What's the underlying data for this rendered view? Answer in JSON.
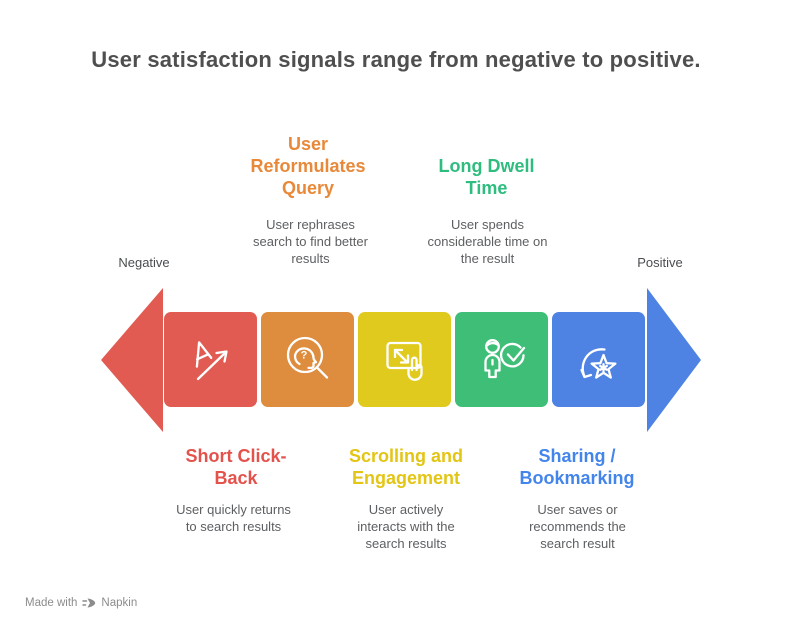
{
  "title": "User satisfaction signals range from negative to positive.",
  "axis": {
    "negative": "Negative",
    "positive": "Positive"
  },
  "stages": [
    {
      "name": "Short Click-Back",
      "heading": "Short Click-\nBack",
      "description": "User quickly returns\nto search results",
      "block_color": "#E15B53",
      "heading_color": "#E4524C",
      "icon": "cursor-click-back-icon",
      "label_position": "below"
    },
    {
      "name": "User Reformulates Query",
      "heading": "User\nReformulates\nQuery",
      "description": "User rephrases\nsearch to find better\nresults",
      "block_color": "#DE8C3D",
      "heading_color": "#E8893A",
      "icon": "head-question-magnifier-icon",
      "label_position": "above"
    },
    {
      "name": "Scrolling and Engagement",
      "heading": "Scrolling and\nEngagement",
      "description": "User actively\ninteracts with the\nsearch results",
      "block_color": "#E1CA1E",
      "heading_color": "#E3C514",
      "icon": "screen-touch-expand-icon",
      "label_position": "below"
    },
    {
      "name": "Long Dwell Time",
      "heading": "Long Dwell\nTime",
      "description": "User spends\nconsiderable time on\nthe result",
      "block_color": "#3FBE78",
      "heading_color": "#2EBD7E",
      "icon": "person-checkmark-icon",
      "label_position": "above"
    },
    {
      "name": "Sharing / Bookmarking",
      "heading": "Sharing /\nBookmarking",
      "description": "User saves or\nrecommends the\nsearch result",
      "block_color": "#4E82E3",
      "heading_color": "#4385EB",
      "icon": "star-share-icon",
      "label_position": "below"
    }
  ],
  "arrow": {
    "left_head_color": "#E15B53",
    "right_head_color": "#4E82E3"
  },
  "watermark": {
    "made_with": "Made with",
    "brand": "Napkin"
  },
  "colors": {
    "background": "#FFFFFF",
    "title_text": "#4F4F4F",
    "description_text": "#5C5F62",
    "axis_label_text": "#4A4D50",
    "watermark_text": "#8C8C8C",
    "icon_stroke": "#FFFFFF"
  }
}
